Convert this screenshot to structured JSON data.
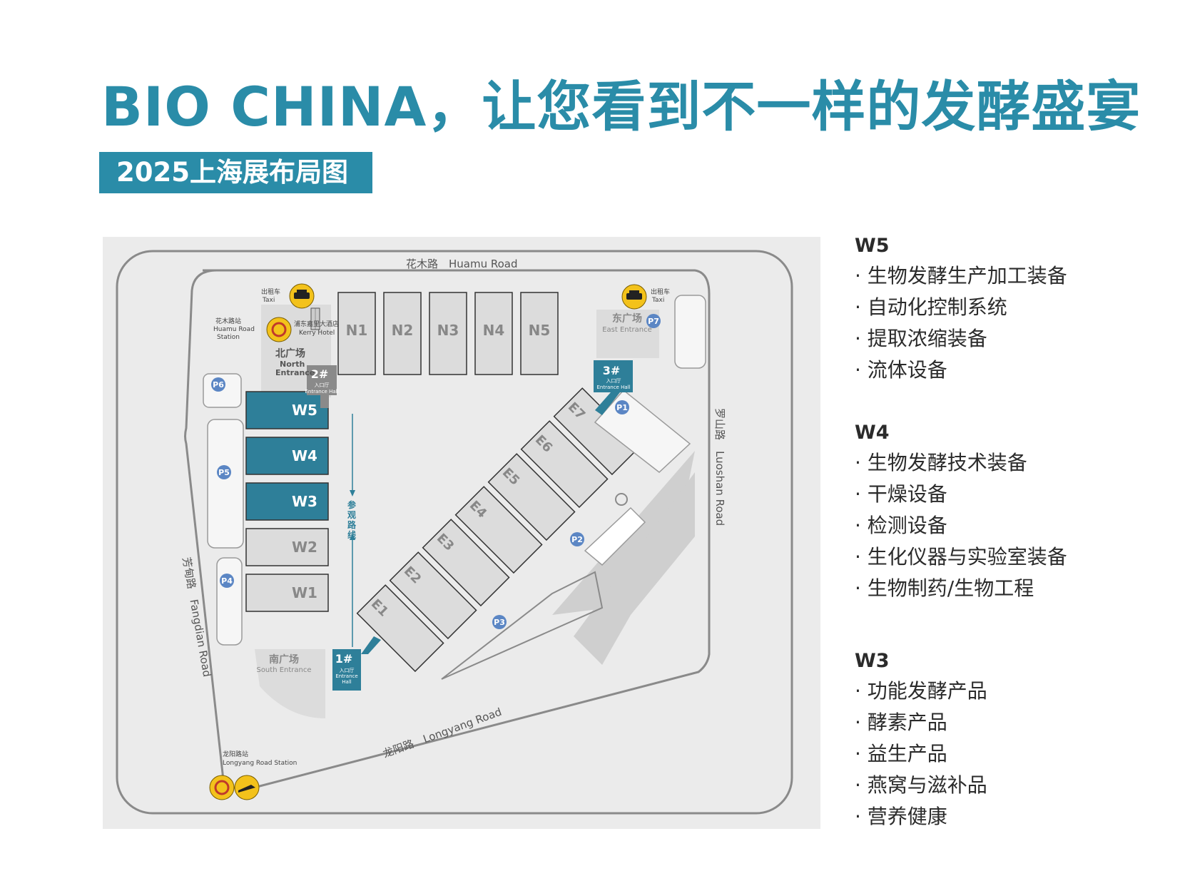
{
  "title": "BIO CHINA，让您看到不一样的发酵盛宴",
  "subtitle": "2025上海展布局图",
  "map": {
    "roads": {
      "north": "花木路　Huamu Road",
      "east": "罗山路　Luoshan Road",
      "west": "芳甸路　Fangdian Road",
      "south": "龙阳路　Longyang Road"
    },
    "taxi_west": [
      "出租车",
      "Taxi"
    ],
    "taxi_east": [
      "出租车",
      "Taxi"
    ],
    "huamu_station": [
      "花木路站",
      "Huamu Road",
      "Station"
    ],
    "kerry_hotel": [
      "浦东嘉里大酒店",
      "Kerry Hotel"
    ],
    "longyang_station": [
      "龙阳路站",
      "Longyang Road Station"
    ],
    "north_entrance": [
      "北广场",
      "North",
      "Entrance"
    ],
    "east_entrance": [
      "东广场",
      "East Entrance"
    ],
    "south_entrance": [
      "南广场",
      "South Entrance"
    ],
    "hall2": [
      "2#",
      "入口厅",
      "Entrance Hall"
    ],
    "hall3": [
      "3#",
      "入口厅",
      "Entrance Hall"
    ],
    "hall1": [
      "1#",
      "入口厅",
      "Entrance",
      "Hall"
    ],
    "visit_route": [
      "参",
      "观",
      "路",
      "线"
    ],
    "north_halls": [
      "N1",
      "N2",
      "N3",
      "N4",
      "N5"
    ],
    "west_halls": [
      {
        "label": "W5",
        "highlight": true
      },
      {
        "label": "W4",
        "highlight": true
      },
      {
        "label": "W3",
        "highlight": true
      },
      {
        "label": "W2",
        "highlight": false
      },
      {
        "label": "W1",
        "highlight": false
      }
    ],
    "east_halls": [
      "E7",
      "E6",
      "E5",
      "E4",
      "E3",
      "E2",
      "E1"
    ],
    "parking": [
      "P1",
      "P2",
      "P3",
      "P4",
      "P5",
      "P6",
      "P7"
    ],
    "colors": {
      "highlight": "#2e7f99",
      "hall": "#dcdcdc",
      "background": "#ebebeb",
      "parking": "#5b86c4",
      "metro": "#f3c21b"
    }
  },
  "legend": [
    {
      "title": "W5",
      "items": [
        "· 生物发酵生产加工装备",
        "· 自动化控制系统",
        "· 提取浓缩装备",
        "· 流体设备"
      ]
    },
    {
      "title": "W4",
      "items": [
        "· 生物发酵技术装备",
        "· 干燥设备",
        "· 检测设备",
        "· 生化仪器与实验室装备",
        "· 生物制药/生物工程"
      ]
    },
    {
      "title": "W3",
      "items": [
        "· 功能发酵产品",
        "· 酵素产品",
        "· 益生产品",
        "· 燕窝与滋补品",
        "· 营养健康"
      ]
    }
  ]
}
